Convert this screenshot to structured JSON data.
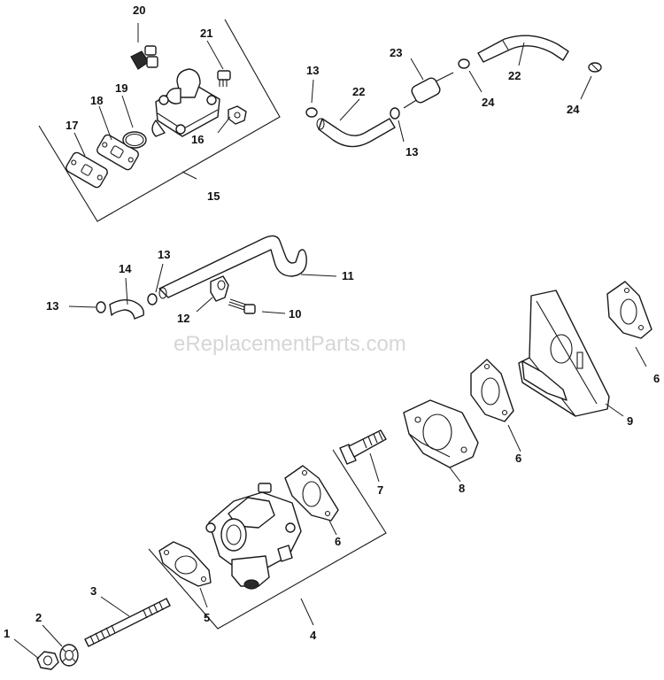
{
  "watermark": "eReplacementParts.com",
  "callouts": {
    "c1": "1",
    "c2": "2",
    "c3": "3",
    "c4": "4",
    "c5": "5",
    "c6a": "6",
    "c6b": "6",
    "c6c": "6",
    "c7": "7",
    "c8": "8",
    "c9": "9",
    "c10": "10",
    "c11": "11",
    "c12": "12",
    "c13a": "13",
    "c13b": "13",
    "c13c": "13",
    "c13d": "13",
    "c14": "14",
    "c15": "15",
    "c16": "16",
    "c17": "17",
    "c18": "18",
    "c19": "19",
    "c20": "20",
    "c21": "21",
    "c22a": "22",
    "c22b": "22",
    "c23": "23",
    "c24a": "24",
    "c24b": "24"
  }
}
